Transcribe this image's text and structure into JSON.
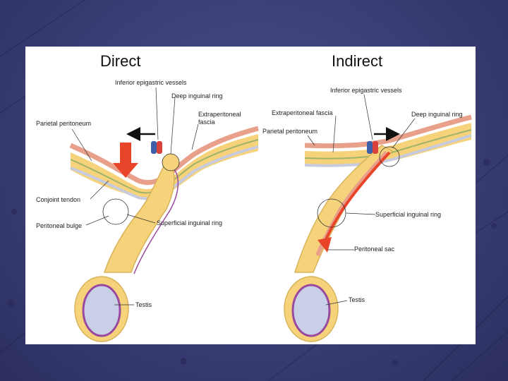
{
  "colors": {
    "background": "#3a3e76",
    "panel": "#ffffff",
    "peritoneum": "#e8a08a",
    "fascia_yellow": "#f6d37a",
    "testis": "#c9cfe6",
    "tunica_purple": "#9a4a9e",
    "arrow_red": "#e8452a",
    "vessel_blue": "#3d5fa8"
  },
  "direct": {
    "title": "Direct",
    "labels": {
      "inferior_epigastric_vessels": "Inferior epigastric vessels",
      "deep_inguinal_ring": "Deep inguinal ring",
      "extraperitoneal_fascia_1": "Extraperitoneal",
      "extraperitoneal_fascia_2": "fascia",
      "parietal_peritoneum": "Parietal peritoneum",
      "conjoint_tendon": "Conjoint tendon",
      "peritoneal_bulge": "Peritoneal bulge",
      "superficial_inguinal_ring": "Superficial inguinal ring",
      "testis": "Testis"
    }
  },
  "indirect": {
    "title": "Indirect",
    "labels": {
      "inferior_epigastric_vessels": "Inferior epigastric vessels",
      "extraperitoneal_fascia": "Extraperitoneal fascia",
      "deep_inguinal_ring": "Deep inguinal ring",
      "parietal_peritoneum": "Parietal peritoneum",
      "superficial_inguinal_ring": "Superficial inguinal ring",
      "peritoneal_sac": "Peritoneal sac",
      "testis": "Testis"
    }
  }
}
